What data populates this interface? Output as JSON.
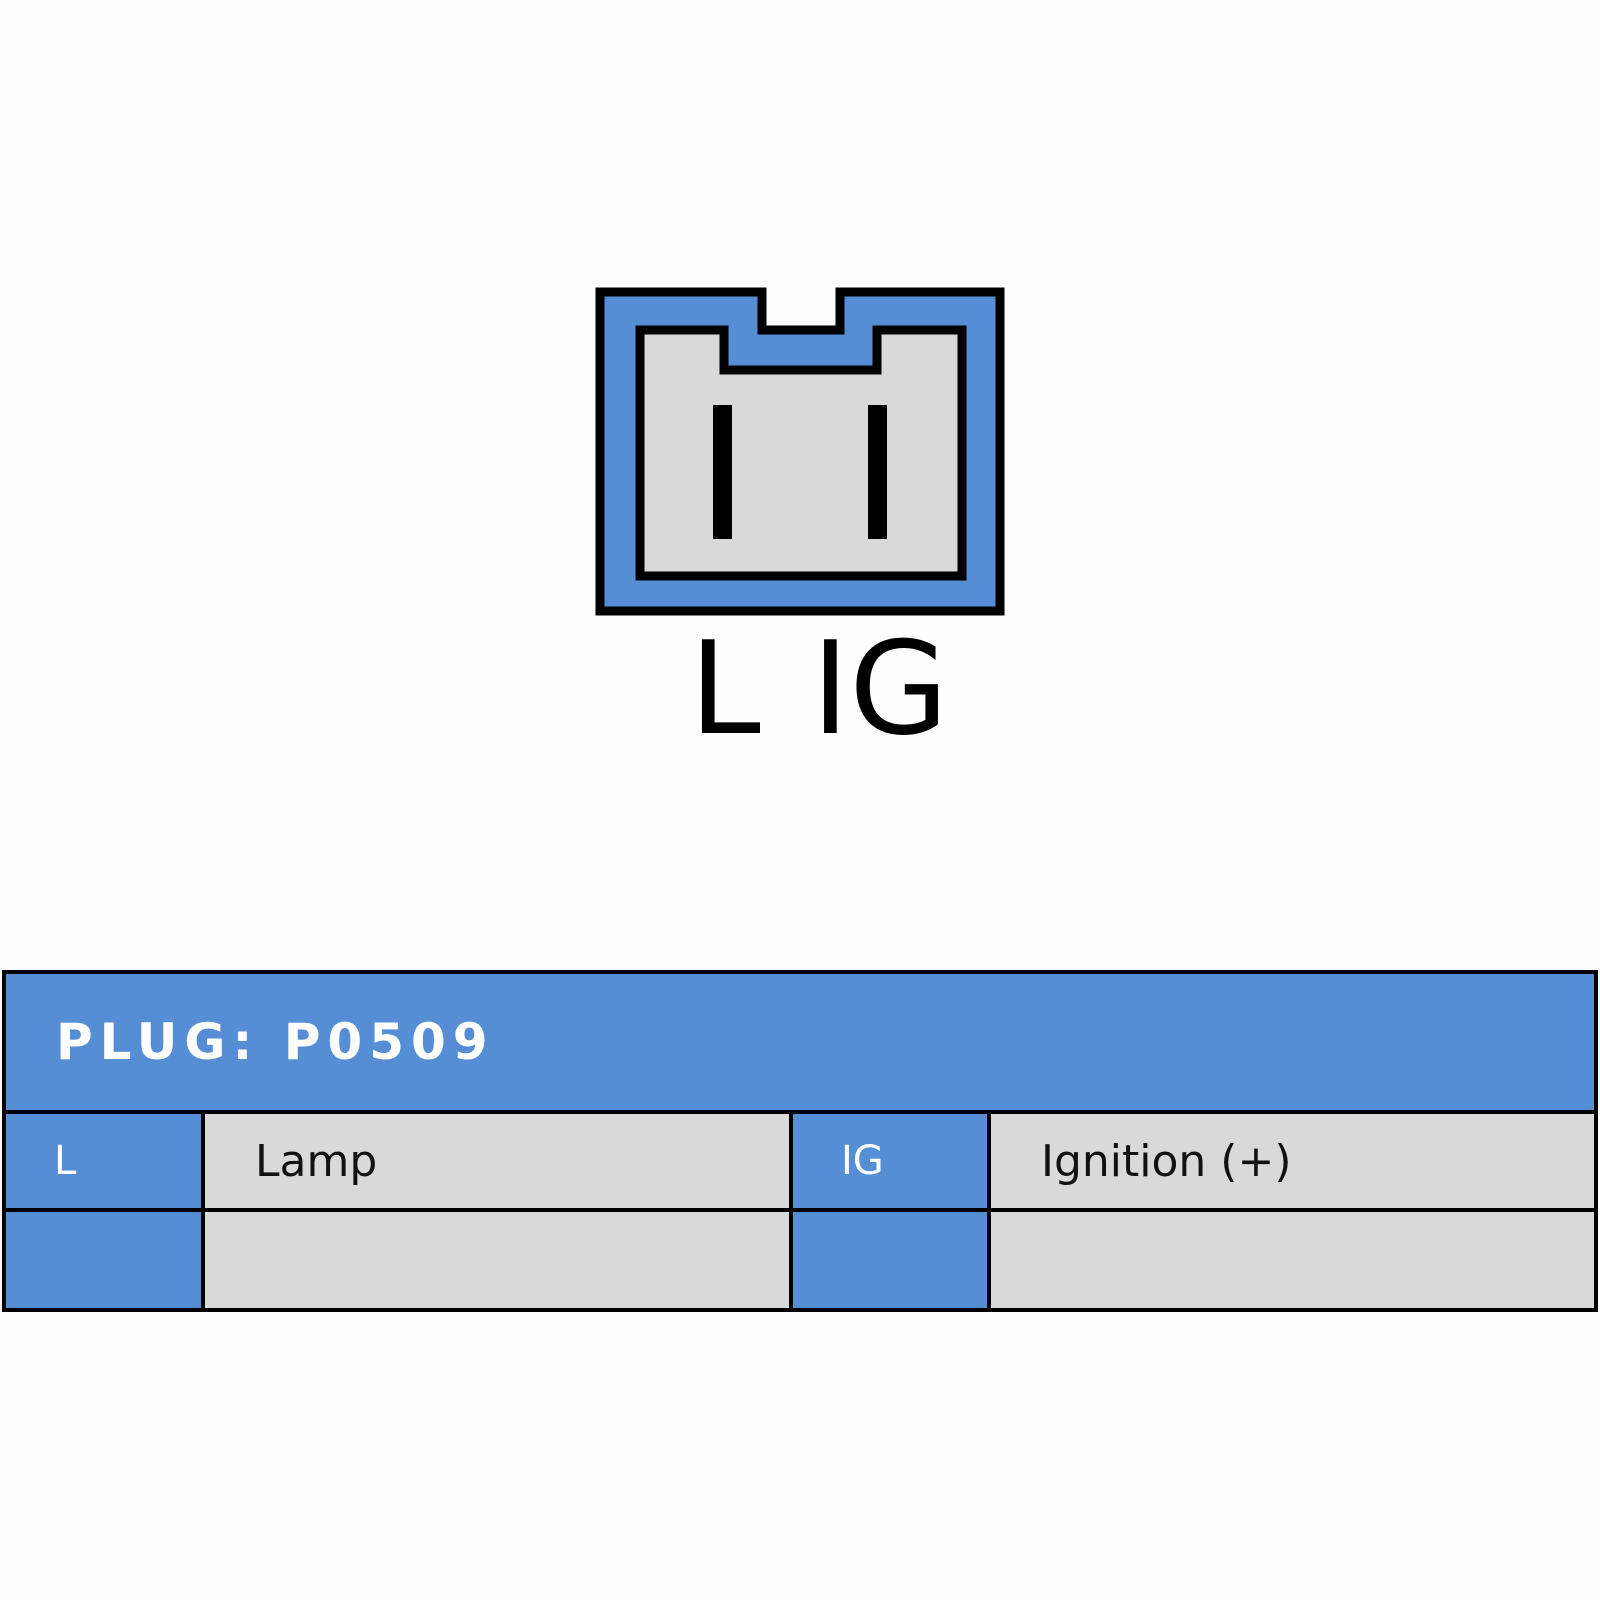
{
  "connector": {
    "pins": [
      {
        "label": "L"
      },
      {
        "label": "IG"
      }
    ],
    "colors": {
      "housing": "#558ed5",
      "face": "#d9d9d9",
      "outline": "#000000"
    }
  },
  "table": {
    "title": "PLUG: P0509",
    "rows": [
      {
        "pin1": "L",
        "desc1": "Lamp",
        "pin2": "IG",
        "desc2": "Ignition (+)"
      },
      {
        "pin1": "",
        "desc1": "",
        "pin2": "",
        "desc2": ""
      }
    ]
  }
}
